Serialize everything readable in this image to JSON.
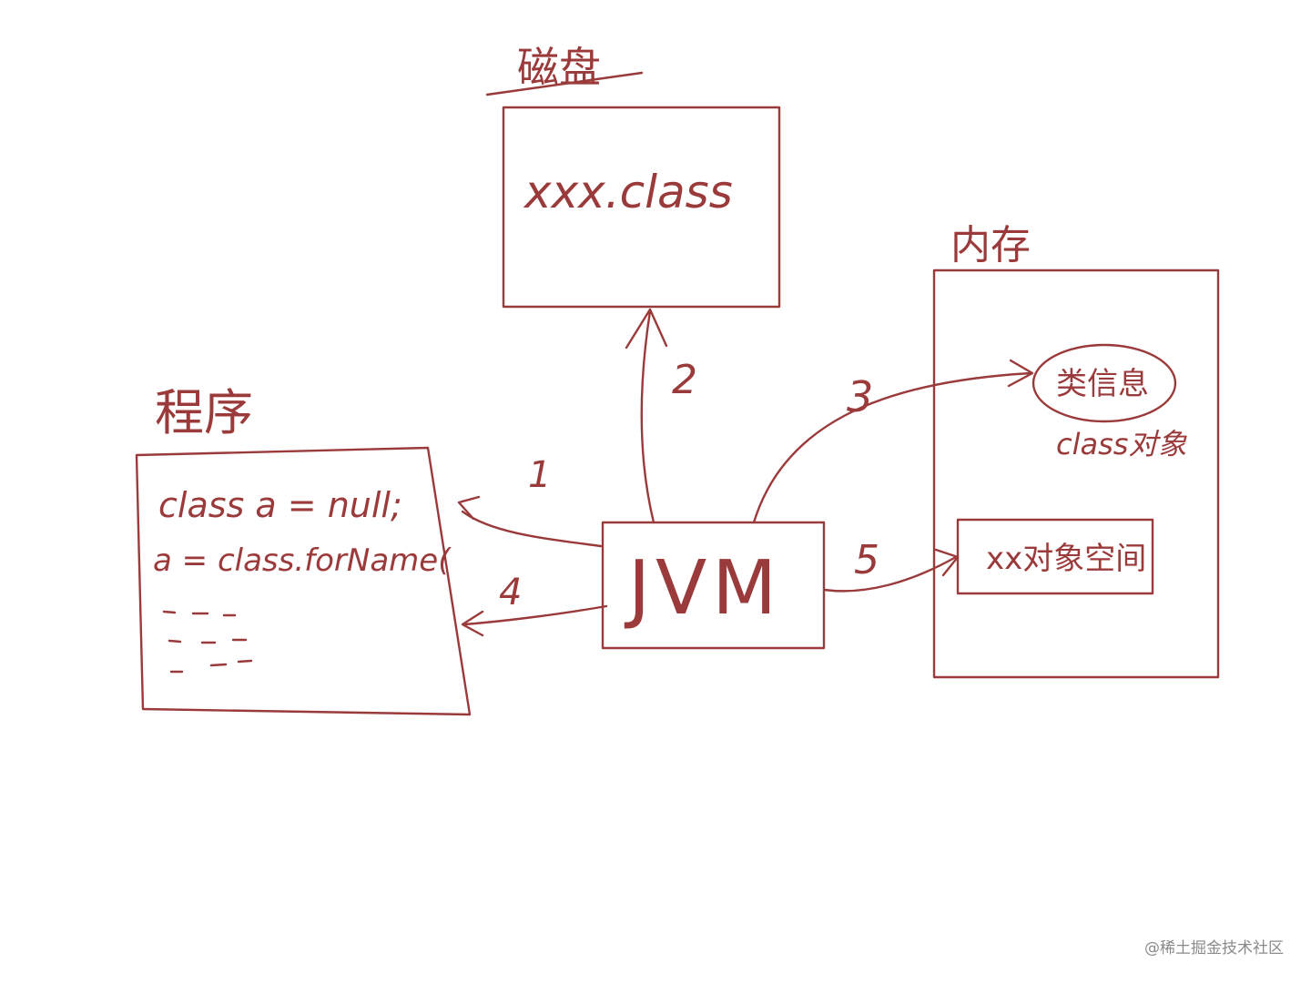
{
  "diagram": {
    "disk": {
      "title": "磁盘",
      "content": "xxx.class"
    },
    "program": {
      "title": "程序",
      "line1": "class a = null;",
      "line2": "a = class.forName("
    },
    "jvm": {
      "label": "JVM"
    },
    "memory": {
      "title": "内存",
      "class_info": "类信息",
      "class_object": "class对象",
      "object_space": "xx对象空间"
    },
    "steps": [
      "1",
      "2",
      "3",
      "4",
      "5"
    ]
  },
  "watermark": "@稀土掘金技术社区",
  "colors": {
    "ink": "#9b3a3a",
    "background": "#ffffff",
    "watermark": "#8a8a8a"
  }
}
